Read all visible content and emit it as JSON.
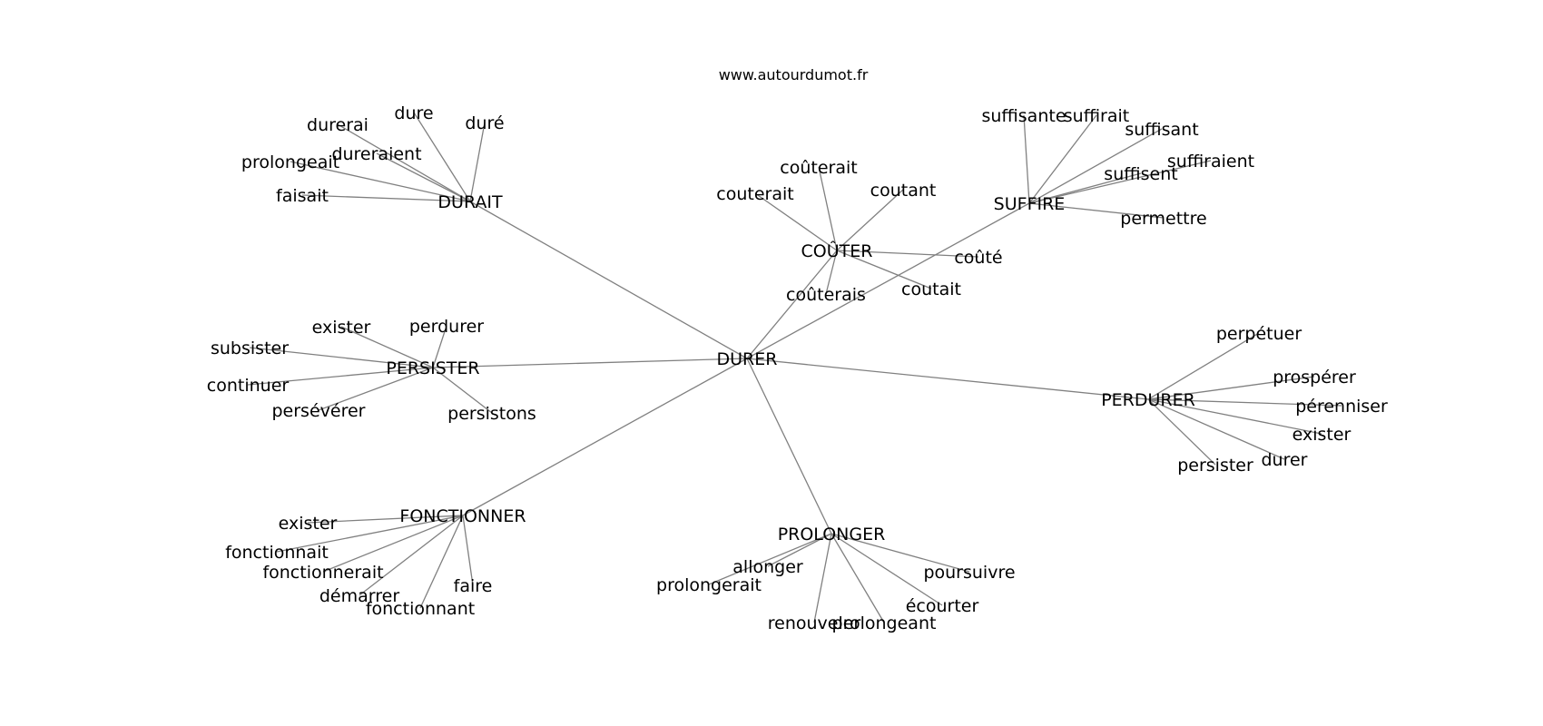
{
  "site": "www.autourdumot.fr",
  "nodes": [
    {
      "id": "durer",
      "label": "DURER"
    },
    {
      "id": "durait",
      "label": "DURAIT"
    },
    {
      "id": "couter",
      "label": "COÛTER"
    },
    {
      "id": "suffire",
      "label": "SUFFIRE"
    },
    {
      "id": "persister",
      "label": "PERSISTER"
    },
    {
      "id": "perdurer_hub",
      "label": "PERDURER"
    },
    {
      "id": "fonctionner",
      "label": "FONCTIONNER"
    },
    {
      "id": "prolonger",
      "label": "PROLONGER"
    },
    {
      "id": "d_durerai",
      "label": "durerai"
    },
    {
      "id": "d_dure",
      "label": "dure"
    },
    {
      "id": "d_dure2",
      "label": "duré"
    },
    {
      "id": "d_prolongeait",
      "label": "prolongeait"
    },
    {
      "id": "d_dureraient",
      "label": "dureraient"
    },
    {
      "id": "d_faisait",
      "label": "faisait"
    },
    {
      "id": "c_couterait2",
      "label": "coûterait"
    },
    {
      "id": "c_couterait",
      "label": "couterait"
    },
    {
      "id": "c_coutant",
      "label": "coutant"
    },
    {
      "id": "c_coute",
      "label": "coûté"
    },
    {
      "id": "c_coutait",
      "label": "coutait"
    },
    {
      "id": "c_couterais",
      "label": "coûterais"
    },
    {
      "id": "s_suffisante",
      "label": "suffisante"
    },
    {
      "id": "s_suffirait",
      "label": "suffirait"
    },
    {
      "id": "s_suffisant",
      "label": "suffisant"
    },
    {
      "id": "s_suffiraient",
      "label": "suffiraient"
    },
    {
      "id": "s_suffisent",
      "label": "suffisent"
    },
    {
      "id": "s_permettre",
      "label": "permettre"
    },
    {
      "id": "p_exister",
      "label": "exister"
    },
    {
      "id": "p_perdurer",
      "label": "perdurer"
    },
    {
      "id": "p_subsister",
      "label": "subsister"
    },
    {
      "id": "p_continuer",
      "label": "continuer"
    },
    {
      "id": "p_perseverer",
      "label": "persévérer"
    },
    {
      "id": "p_persistons",
      "label": "persistons"
    },
    {
      "id": "r_perpetuer",
      "label": "perpétuer"
    },
    {
      "id": "r_prosperer",
      "label": "prospérer"
    },
    {
      "id": "r_perenniser",
      "label": "pérenniser"
    },
    {
      "id": "r_exister",
      "label": "exister"
    },
    {
      "id": "r_durer",
      "label": "durer"
    },
    {
      "id": "r_persister",
      "label": "persister"
    },
    {
      "id": "f_exister",
      "label": "exister"
    },
    {
      "id": "f_fonctionnait",
      "label": "fonctionnait"
    },
    {
      "id": "f_fonctionnerait",
      "label": "fonctionnerait"
    },
    {
      "id": "f_demarrer",
      "label": "démarrer"
    },
    {
      "id": "f_fonctionnant",
      "label": "fonctionnant"
    },
    {
      "id": "f_faire",
      "label": "faire"
    },
    {
      "id": "g_allonger",
      "label": "allonger"
    },
    {
      "id": "g_prolongerait",
      "label": "prolongerait"
    },
    {
      "id": "g_renouveler",
      "label": "renouveler"
    },
    {
      "id": "g_prolongeant",
      "label": "prolongeant"
    },
    {
      "id": "g_ecourter",
      "label": "écourter"
    },
    {
      "id": "g_poursuivre",
      "label": "poursuivre"
    }
  ],
  "edges": [
    [
      "durer",
      "durait"
    ],
    [
      "durer",
      "couter"
    ],
    [
      "durer",
      "suffire"
    ],
    [
      "durer",
      "persister"
    ],
    [
      "durer",
      "perdurer_hub"
    ],
    [
      "durer",
      "fonctionner"
    ],
    [
      "durer",
      "prolonger"
    ],
    [
      "durait",
      "d_durerai"
    ],
    [
      "durait",
      "d_dure"
    ],
    [
      "durait",
      "d_dure2"
    ],
    [
      "durait",
      "d_prolongeait"
    ],
    [
      "durait",
      "d_dureraient"
    ],
    [
      "durait",
      "d_faisait"
    ],
    [
      "couter",
      "c_couterait2"
    ],
    [
      "couter",
      "c_couterait"
    ],
    [
      "couter",
      "c_coutant"
    ],
    [
      "couter",
      "c_coute"
    ],
    [
      "couter",
      "c_coutait"
    ],
    [
      "couter",
      "c_couterais"
    ],
    [
      "suffire",
      "s_suffisante"
    ],
    [
      "suffire",
      "s_suffirait"
    ],
    [
      "suffire",
      "s_suffisant"
    ],
    [
      "suffire",
      "s_suffiraient"
    ],
    [
      "suffire",
      "s_suffisent"
    ],
    [
      "suffire",
      "s_permettre"
    ],
    [
      "persister",
      "p_exister"
    ],
    [
      "persister",
      "p_perdurer"
    ],
    [
      "persister",
      "p_subsister"
    ],
    [
      "persister",
      "p_continuer"
    ],
    [
      "persister",
      "p_perseverer"
    ],
    [
      "persister",
      "p_persistons"
    ],
    [
      "perdurer_hub",
      "r_perpetuer"
    ],
    [
      "perdurer_hub",
      "r_prosperer"
    ],
    [
      "perdurer_hub",
      "r_perenniser"
    ],
    [
      "perdurer_hub",
      "r_exister"
    ],
    [
      "perdurer_hub",
      "r_durer"
    ],
    [
      "perdurer_hub",
      "r_persister"
    ],
    [
      "fonctionner",
      "f_exister"
    ],
    [
      "fonctionner",
      "f_fonctionnait"
    ],
    [
      "fonctionner",
      "f_fonctionnerait"
    ],
    [
      "fonctionner",
      "f_demarrer"
    ],
    [
      "fonctionner",
      "f_fonctionnant"
    ],
    [
      "fonctionner",
      "f_faire"
    ],
    [
      "prolonger",
      "g_allonger"
    ],
    [
      "prolonger",
      "g_prolongerait"
    ],
    [
      "prolonger",
      "g_renouveler"
    ],
    [
      "prolonger",
      "g_prolongeant"
    ],
    [
      "prolonger",
      "g_ecourter"
    ],
    [
      "prolonger",
      "g_poursuivre"
    ]
  ]
}
